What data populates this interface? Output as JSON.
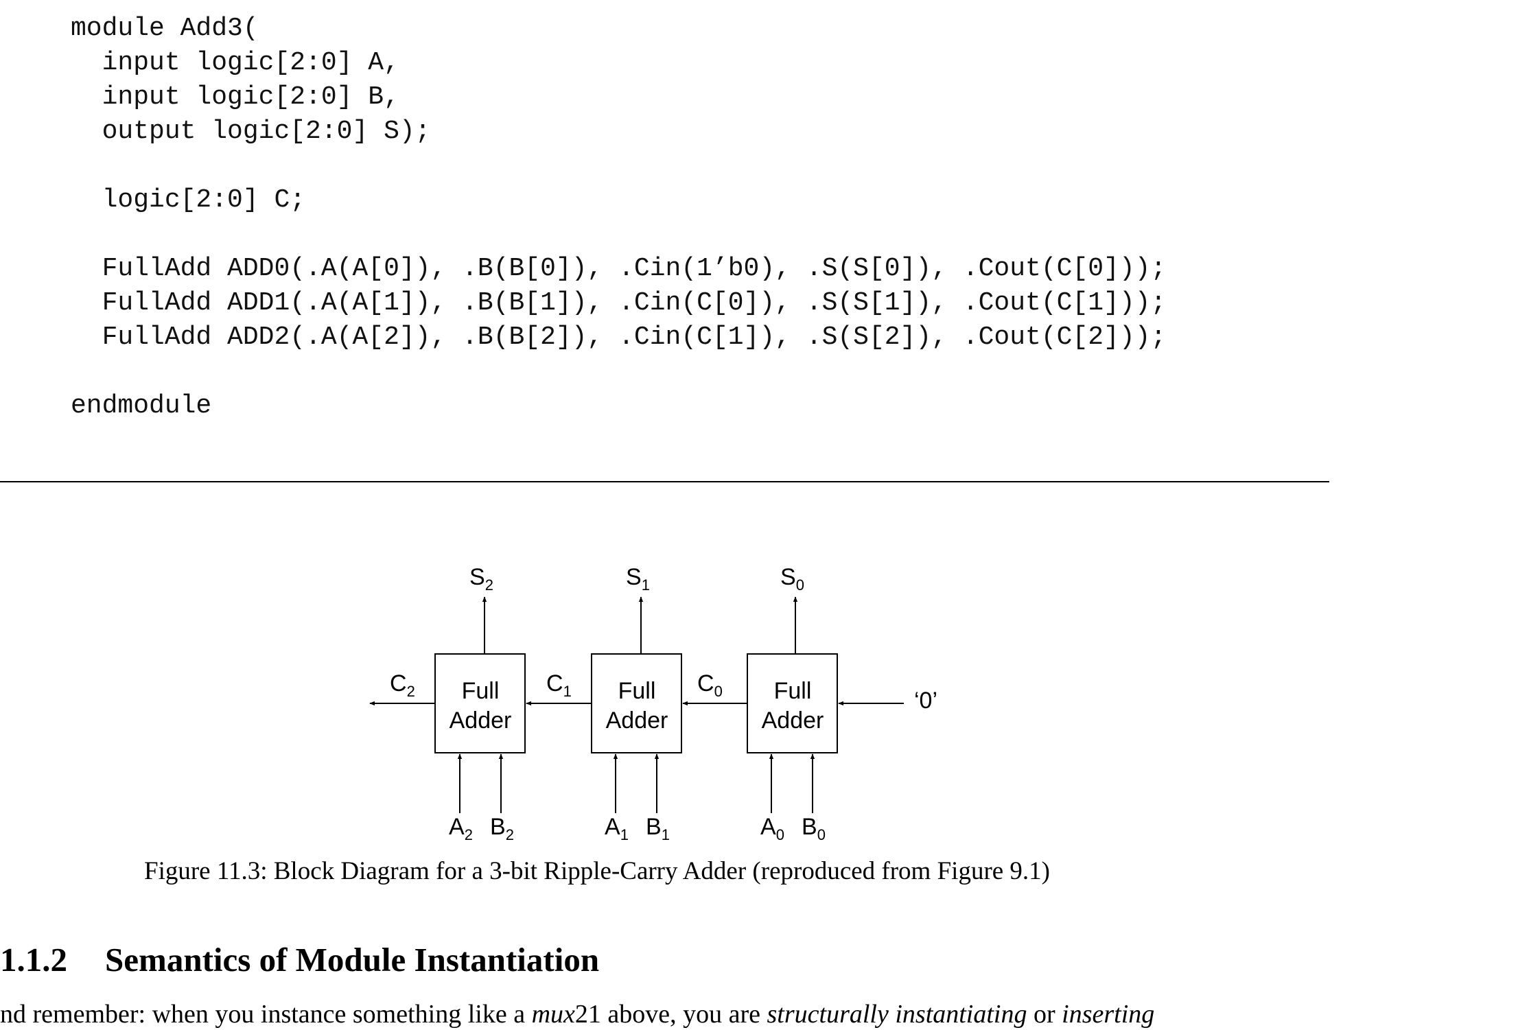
{
  "code": {
    "line1": "module Add3(",
    "line2": "  input logic[2:0] A,",
    "line3": "  input logic[2:0] B,",
    "line4": "  output logic[2:0] S);",
    "line5": "  logic[2:0] C;",
    "line6": "  FullAdd ADD0(.A(A[0]), .B(B[0]), .Cin(1’b0), .S(S[0]), .Cout(C[0]));",
    "line7": "  FullAdd ADD1(.A(A[1]), .B(B[1]), .Cin(C[0]), .S(S[1]), .Cout(C[1]));",
    "line8": "  FullAdd ADD2(.A(A[2]), .B(B[2]), .Cin(C[1]), .S(S[2]), .Cout(C[2]));",
    "line9": "endmodule"
  },
  "diagram": {
    "block_line1": "Full",
    "block_line2": "Adder",
    "carry_in": "‘0’",
    "labels": {
      "S": "S",
      "C": "C",
      "A": "A",
      "B": "B",
      "sub2": "2",
      "sub1": "1",
      "sub0": "0"
    }
  },
  "caption": "Figure 11.3: Block Diagram for a 3-bit Ripple-Carry Adder (reproduced from Figure 9.1)",
  "section": {
    "number": "1.1.2",
    "title": "Semantics of Module Instantiation"
  },
  "paragraph": {
    "part1": "nd remember:  when you instance something like a ",
    "math_var": "mux",
    "math_num": "21",
    "part2": " above, you are ",
    "em1": "structurally instantiating",
    "part3": " or ",
    "em2": "inserting"
  }
}
